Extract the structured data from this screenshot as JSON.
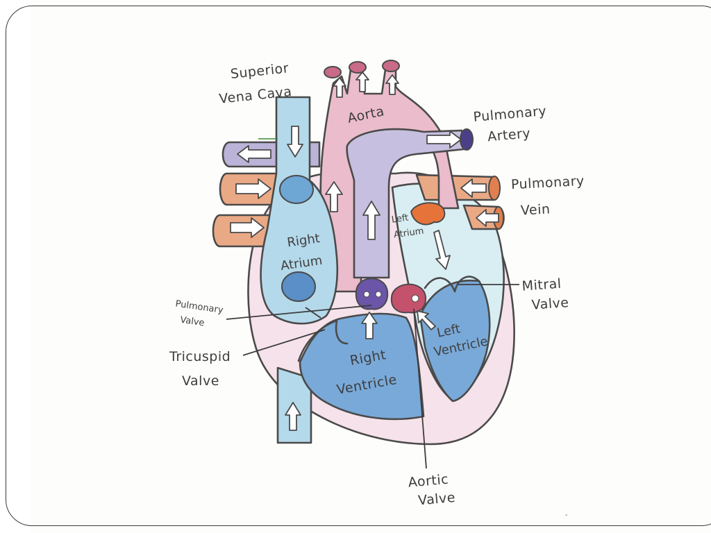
{
  "diagram": {
    "labels": {
      "superior_vena_cava": [
        "Superior",
        "Vena Cava"
      ],
      "aorta": "Aorta",
      "pulmonary_artery": [
        "Pulmonary",
        "Artery"
      ],
      "pulmonary_vein": [
        "Pulmonary",
        "Vein"
      ],
      "right_atrium": [
        "Right",
        "Atrium"
      ],
      "left_atrium": [
        "Left",
        "Atrium"
      ],
      "right_ventricle": [
        "Right",
        "Ventricle"
      ],
      "left_ventricle": [
        "Left",
        "Ventricle"
      ],
      "pulmonary_valve": [
        "Pulmonary",
        "Valve"
      ],
      "tricuspid_valve": [
        "Tricuspid",
        "Valve"
      ],
      "mitral_valve": [
        "Mitral",
        "Valve"
      ],
      "aortic_valve": [
        "Aortic",
        "Valve"
      ]
    },
    "colors": {
      "deoxygenated": "#a9d3e6",
      "chamber_blue": "#6fa6d6",
      "oxygenated_vessel": "#e8b3c4",
      "pulmonary_vessel": "#b9aed6",
      "pulmonary_vein": "#e9a67f",
      "wall_pink": "#f3dce6",
      "mitral_orange": "#e6743a",
      "valve_purple": "#6a55a8",
      "valve_red": "#c2506a",
      "pencil": "#4a4a4a"
    }
  }
}
